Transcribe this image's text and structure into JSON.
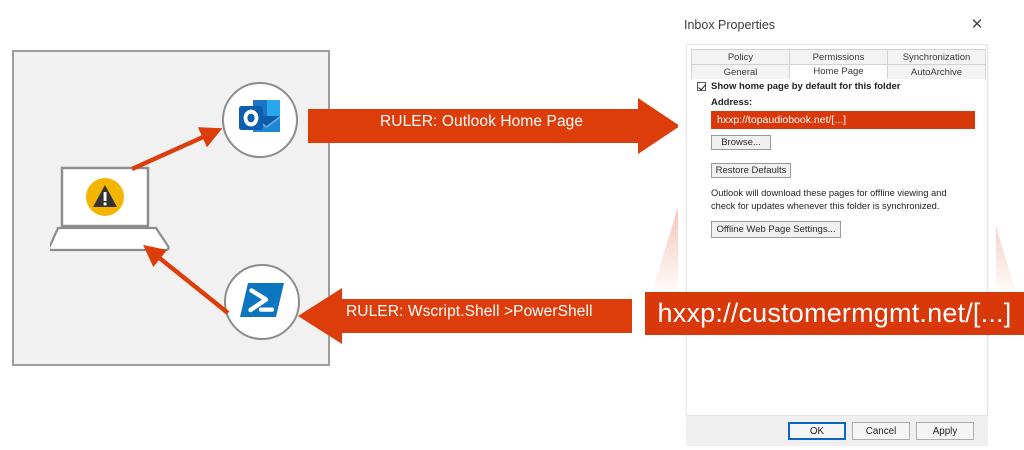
{
  "colors": {
    "accent_orange": "#d8380a",
    "warning_yellow": "#f5b400",
    "outlook_blue": "#1a66c0",
    "powershell_blue": "#0b76bf",
    "box_fill": "#f1f1f1",
    "box_border": "#9d9d9d",
    "dialog_tab_active": "#ffffff",
    "ok_focus_blue": "#0a66c2"
  },
  "diagram": {
    "host_box_name": "compromised-host-boundary",
    "nodes": [
      {
        "id": "laptop",
        "icon": "laptop-warning-icon",
        "label": ""
      },
      {
        "id": "outlook",
        "icon": "outlook-icon",
        "label": ""
      },
      {
        "id": "powershell",
        "icon": "powershell-icon",
        "label": ""
      }
    ],
    "callouts": [
      {
        "id": "top",
        "label": "RULER:  Outlook Home Page",
        "direction": "right"
      },
      {
        "id": "bottom",
        "label": "RULER:  Wscript.Shell >PowerShell",
        "direction": "left"
      }
    ]
  },
  "dialog": {
    "title": "Inbox Properties",
    "close_icon": "✕",
    "tabs_row1": [
      {
        "label": "Policy",
        "active": false
      },
      {
        "label": "Permissions",
        "active": false
      },
      {
        "label": "Synchronization",
        "active": false
      }
    ],
    "tabs_row2": [
      {
        "label": "General",
        "active": false
      },
      {
        "label": "Home Page",
        "active": true
      },
      {
        "label": "AutoArchive",
        "active": false
      }
    ],
    "home_page": {
      "checkbox_label": "Show home page by default for this folder",
      "checkbox_checked": true,
      "address_label": "Address:",
      "address_value": "hxxp://topaudiobook.net/[...]",
      "browse_button": "Browse...",
      "restore_defaults_button": "Restore Defaults",
      "description": "Outlook will download these pages for offline viewing and check for updates whenever this folder is synchronized.",
      "offline_settings_button": "Offline Web Page Settings..."
    },
    "footer": {
      "ok": "OK",
      "cancel": "Cancel",
      "apply": "Apply"
    }
  },
  "banner": {
    "text": "hxxp://customermgmt.net/[...]"
  }
}
